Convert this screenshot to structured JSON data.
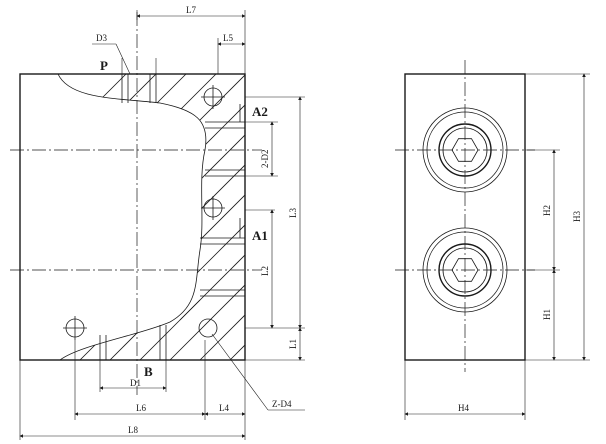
{
  "ports": {
    "p": "P",
    "a2": "A2",
    "a1": "A1",
    "b": "B"
  },
  "dims": {
    "l7": "L7",
    "d3": "D3",
    "l5": "L5",
    "two_d2": "2-D2",
    "l3": "L3",
    "l2": "L2",
    "l1": "L1",
    "d1": "D1",
    "l6": "L6",
    "l4": "L4",
    "z_d4": "Z-D4",
    "l8": "L8",
    "h1": "H1",
    "h2": "H2",
    "h3": "H3",
    "h4": "H4"
  }
}
